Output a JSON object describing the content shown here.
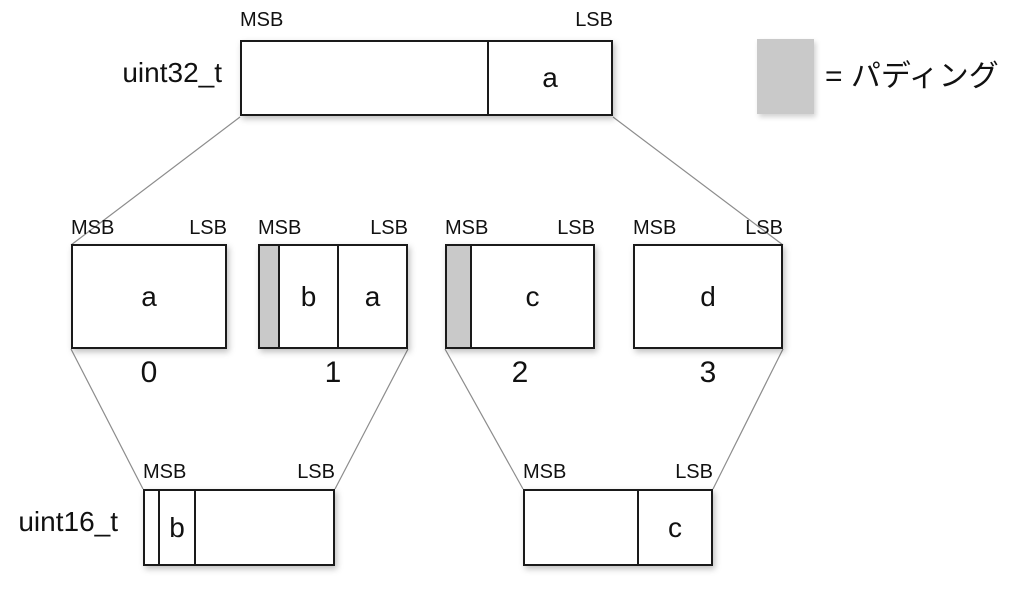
{
  "colors": {
    "padding_swatch": "#c9c9c9",
    "box_border": "#1a1a1a",
    "connector_line": "#8c8c8c"
  },
  "labels": {
    "msb": "MSB",
    "lsb": "LSB"
  },
  "legend": {
    "text": "= パディング"
  },
  "uint32_row": {
    "type_label": "uint32_t",
    "high_cell_text": "",
    "low_cell_text": "a"
  },
  "byte_row": {
    "bytes": [
      {
        "index": "0",
        "fields": {
          "a": "a"
        }
      },
      {
        "index": "1",
        "fields": {
          "b": "b",
          "a": "a"
        }
      },
      {
        "index": "2",
        "fields": {
          "c": "c"
        }
      },
      {
        "index": "3",
        "fields": {
          "d": "d"
        }
      }
    ]
  },
  "uint16_row": {
    "type_label": "uint16_t",
    "left_box": {
      "field_b": "b"
    },
    "right_box": {
      "field_c": "c"
    }
  }
}
